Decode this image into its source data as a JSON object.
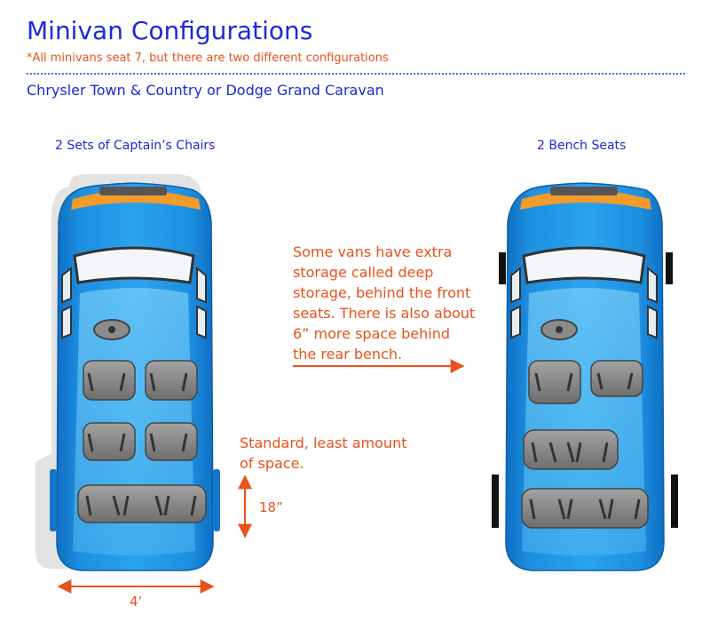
{
  "title": "Minivan Configurations",
  "subtitle_note": "*All minivans seat 7, but there are two different configurations",
  "models": "Chrysler Town & Country or Dodge Grand Caravan",
  "left_van": {
    "label": "2 Sets of Captain’s Chairs",
    "width_label": "4’",
    "gap_label": "18”"
  },
  "right_van": {
    "label": "2 Bench Seats"
  },
  "notes": {
    "deep_storage": "Some vans have extra\nstorage called deep\nstorage, behind the front\nseats. There is also about\n6” more space behind\nthe rear bench.",
    "standard": "Standard, least amount\nof space."
  },
  "colors": {
    "title": "#1a2bd6",
    "accent": "#e8521c",
    "van_body": "#1d8fe0",
    "van_light": "#7fd0f7",
    "seat": "#8a8a8a",
    "shadow": "#e2e2e2"
  }
}
